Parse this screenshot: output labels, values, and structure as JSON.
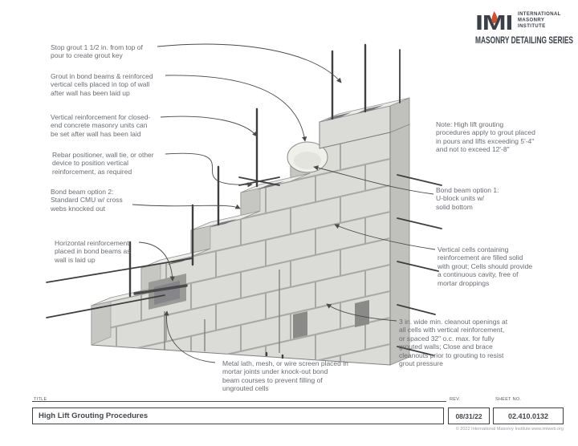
{
  "logo": {
    "mark": "IMI",
    "org_lines": [
      "INTERNATIONAL",
      "MASONRY",
      "INSTITUTE"
    ],
    "series": "MASONRY DETAILING SERIES",
    "colors": {
      "charcoal": "#3a4048",
      "flame": "#d4502a"
    }
  },
  "callouts": {
    "left": [
      {
        "lines": [
          "Stop grout 1 1/2 in. from top of",
          "pour to create grout key"
        ]
      },
      {
        "lines": [
          "Grout in bond beams & reinforced",
          "vertical cells placed in top of wall",
          "after wall has been laid up"
        ]
      },
      {
        "lines": [
          "Vertical reinforcement for closed-",
          "end concrete masonry units can",
          "be set after wall has been laid"
        ]
      },
      {
        "lines": [
          "Rebar positioner, wall tie, or other",
          "device to position vertical",
          "reinforcement, as required"
        ]
      },
      {
        "lines": [
          "Bond beam option 2:",
          "Standard CMU w/ cross",
          "webs knocked out"
        ]
      },
      {
        "lines": [
          "Horizontal reinforcement",
          "placed in bond beams as",
          "wall is laid up"
        ]
      }
    ],
    "right": [
      {
        "lines": [
          "Note: High lift grouting",
          "procedures apply to grout placed",
          "in pours and lifts exceeding 5'-4\"",
          "and not to exceed 12'-8\""
        ]
      },
      {
        "lines": [
          "Bond beam option 1:",
          "U-block units w/",
          "solid bottom"
        ]
      },
      {
        "lines": [
          "Vertical cells containing",
          "reinforcement are filled solid",
          "with grout; Cells should provide",
          "a continuous cavity, free of",
          "mortar droppings"
        ]
      },
      {
        "lines": [
          "3 in. wide min. cleanout openings at",
          "all cells with vertical reinforcement,",
          "or spaced 32\" o.c. max. for fully",
          "grouted walls; Close and brace",
          "cleanouts prior to grouting to resist",
          "grout pressure"
        ]
      }
    ],
    "bottom": [
      {
        "lines": [
          "Metal lath, mesh, or wire screen placed in",
          "mortar joints under knock-out bond",
          "beam courses to prevent filling of",
          "ungrouted cells"
        ]
      }
    ]
  },
  "title_block": {
    "title_label": "TITLE",
    "title": "High Lift Grouting Procedures",
    "rev_label": "REV.",
    "rev": "08/31/22",
    "sheet_label": "SHEET NO.",
    "sheet": "02.410.0132",
    "copyright": "© 2022 International Masonry Institute   www.imiweb.org"
  },
  "diagram_colors": {
    "block_face": "#dbdbd8",
    "block_top": "#ecece9",
    "block_side": "#c0c0bd",
    "mortar_joint": "#a8a8a5",
    "grout": "#f0f0ea",
    "rebar": "#3f3f3f",
    "leader": "#4a4a4a",
    "opening": "#8a8a88"
  }
}
